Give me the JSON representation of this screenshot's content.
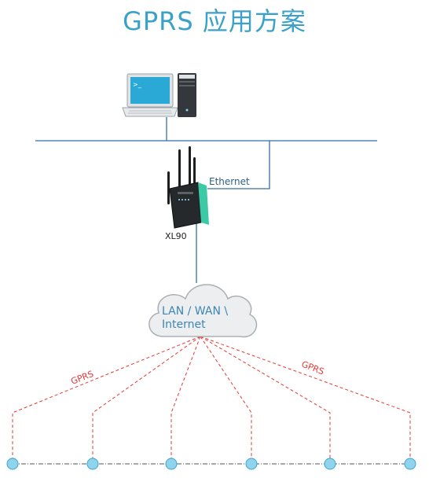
{
  "title": "GPRS 应用方案",
  "labels": {
    "ethernet": "Ethernet",
    "device": "XL90",
    "cloud_line1": "LAN / WAN \\",
    "cloud_line2": "Internet",
    "gprs_left": "GPRS",
    "gprs_right": "GPRS"
  },
  "colors": {
    "title": "#3ba1c9",
    "network_line": "#2f6fa8",
    "gprs_link": "#e53935",
    "node": "#8fd3ec",
    "node_border": "#3aa7cf",
    "cloud_text": "#3b86b3",
    "router_accent": "#3cc9a5"
  },
  "icons": {
    "workstation": "computer-icon",
    "router": "router-icon",
    "cloud": "cloud-icon",
    "node": "field-node-icon"
  },
  "field_node_count": 6
}
